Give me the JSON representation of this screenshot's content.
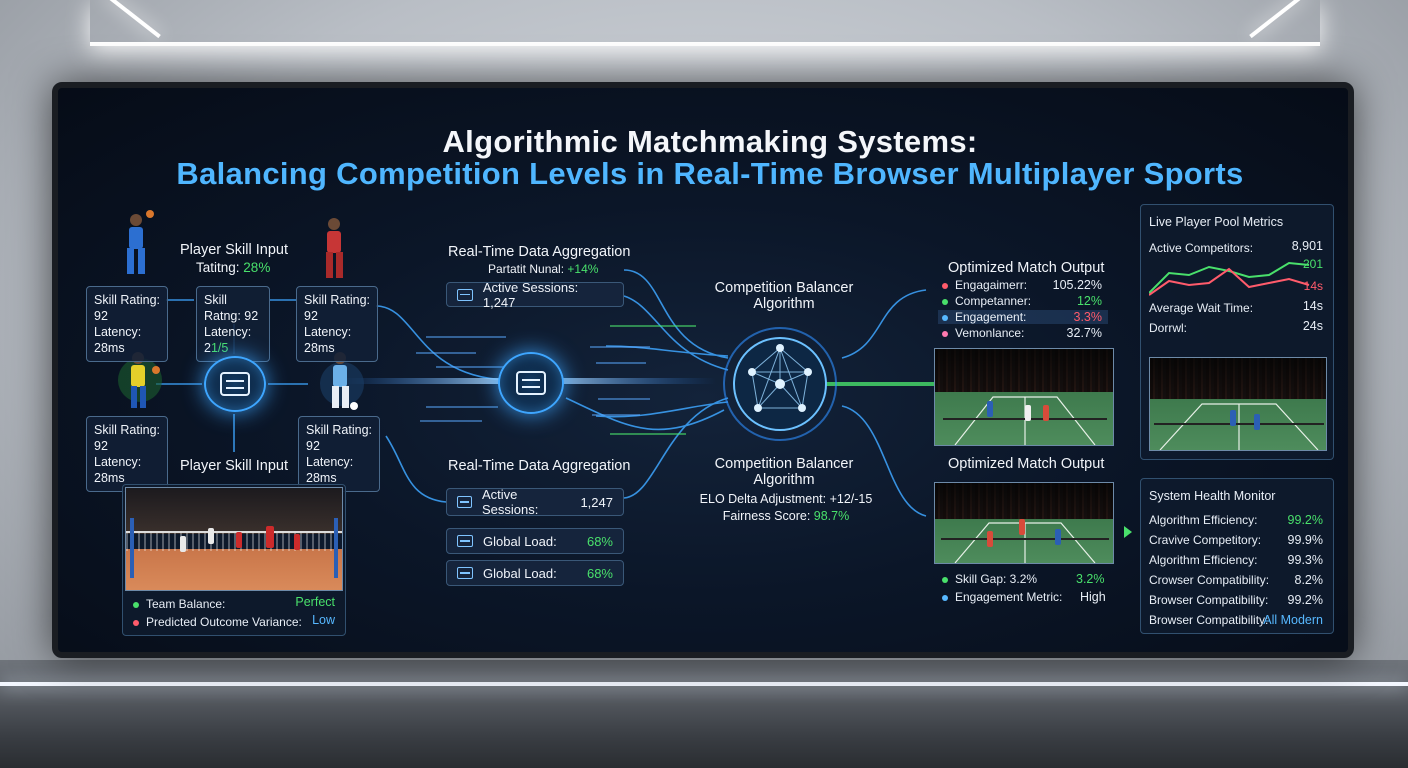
{
  "title": {
    "line1": "Algorithmic Matchmaking Systems:",
    "line2": "Balancing Competition Levels in Real-Time Browser Multiplayer Sports"
  },
  "player_input": {
    "label_top": "Player Skill Input",
    "rating_label": "Tatitng:",
    "rating_value": "28%",
    "label_bottom": "Player Skill Input",
    "cards": [
      {
        "line1": "Skill Rating: 92",
        "line2": "Latency: 28ms"
      },
      {
        "line1": "Skill Ratng: 92",
        "line2": "Latency: 2",
        "line2_hl": "1/5"
      },
      {
        "line1": "Skill Rating: 92",
        "line2": "Latency: 28ms"
      },
      {
        "line1": "Skill Rating: 92",
        "line2": "Latency: 28ms"
      },
      {
        "line1": "Skill Rating: 92",
        "line2": "Latency: 28ms"
      }
    ],
    "summary": {
      "team_balance_label": "Team Balance:",
      "team_balance_value": "Perfect",
      "variance_label": "Predicted Outcome Variance:",
      "variance_value": "Low"
    }
  },
  "aggregation": {
    "label_top": "Real-Time Data Aggregation",
    "sub_label": "Partatit Nunal:",
    "sub_value": "+14%",
    "active_top": "Active Sessions: 1,247",
    "label_bottom": "Real-Time Data Aggregation",
    "active_bottom_label": "Active Sessions:",
    "active_bottom_value": "1,247",
    "load1_label": "Global Load:",
    "load1_value": "68%",
    "load2_label": "Global Load:",
    "load2_value": "68%"
  },
  "balancer": {
    "label_top_1": "Competition Balancer",
    "label_top_2": "Algorithm",
    "label_bottom_1": "Competition Balancer",
    "label_bottom_2": "Algorithm",
    "elo_label": "ELO Delta Adjustment:",
    "elo_value": "+12/-15",
    "fairness_label": "Fairness Score:",
    "fairness_value": "98.7%"
  },
  "match_output": {
    "label_top": "Optimized Match Output",
    "rows": [
      {
        "label": "Engagaimerr:",
        "value": "105.22%",
        "color": "#ff5b6b"
      },
      {
        "label": "Competanner:",
        "value": "12%",
        "color": "#49e06b"
      },
      {
        "label": "Engagement:",
        "value": "3.3%",
        "color": "#57b8ff"
      },
      {
        "label": "Vemonlance:",
        "value": "32.7%",
        "color": "#ff7ab0"
      }
    ],
    "label_bottom": "Optimized Match Output",
    "skill_gap_label": "Skill Gap: 3.2%",
    "skill_gap_value": "3.2%",
    "engagement_label": "Engagement Metric:",
    "engagement_value": "High"
  },
  "pool_metrics": {
    "title": "Live Player Pool Metrics",
    "active_label": "Active Competitors:",
    "active_value": "8,901",
    "spark_label_1": "201",
    "spark_label_2": "14s",
    "wait_label": "Average Wait Time:",
    "wait_value": "14s",
    "other_label": "Dorrwl:",
    "other_value": "24s"
  },
  "health": {
    "title": "System Health Monitor",
    "rows": [
      {
        "label": "Algorithm Efficiency:",
        "value": "99.2%",
        "color": "#49e06b"
      },
      {
        "label": "Cravive Competitory:",
        "value": "99.9%",
        "color": "#e8eef6"
      },
      {
        "label": "Algorithm Efficiency:",
        "value": "99.3%",
        "color": "#e8eef6"
      },
      {
        "label": "Crowser Compatibility:",
        "value": "8.2%",
        "color": "#e8eef6"
      },
      {
        "label": "Browser Compatibility:",
        "value": "99.2%",
        "color": "#e8eef6"
      },
      {
        "label": "Browser Compatibility:",
        "value": "All Modern",
        "color": "#57b8ff"
      }
    ]
  },
  "colors": {
    "accent": "#4fb6ff",
    "positive": "#49e06b",
    "negative": "#ff5b6b"
  }
}
